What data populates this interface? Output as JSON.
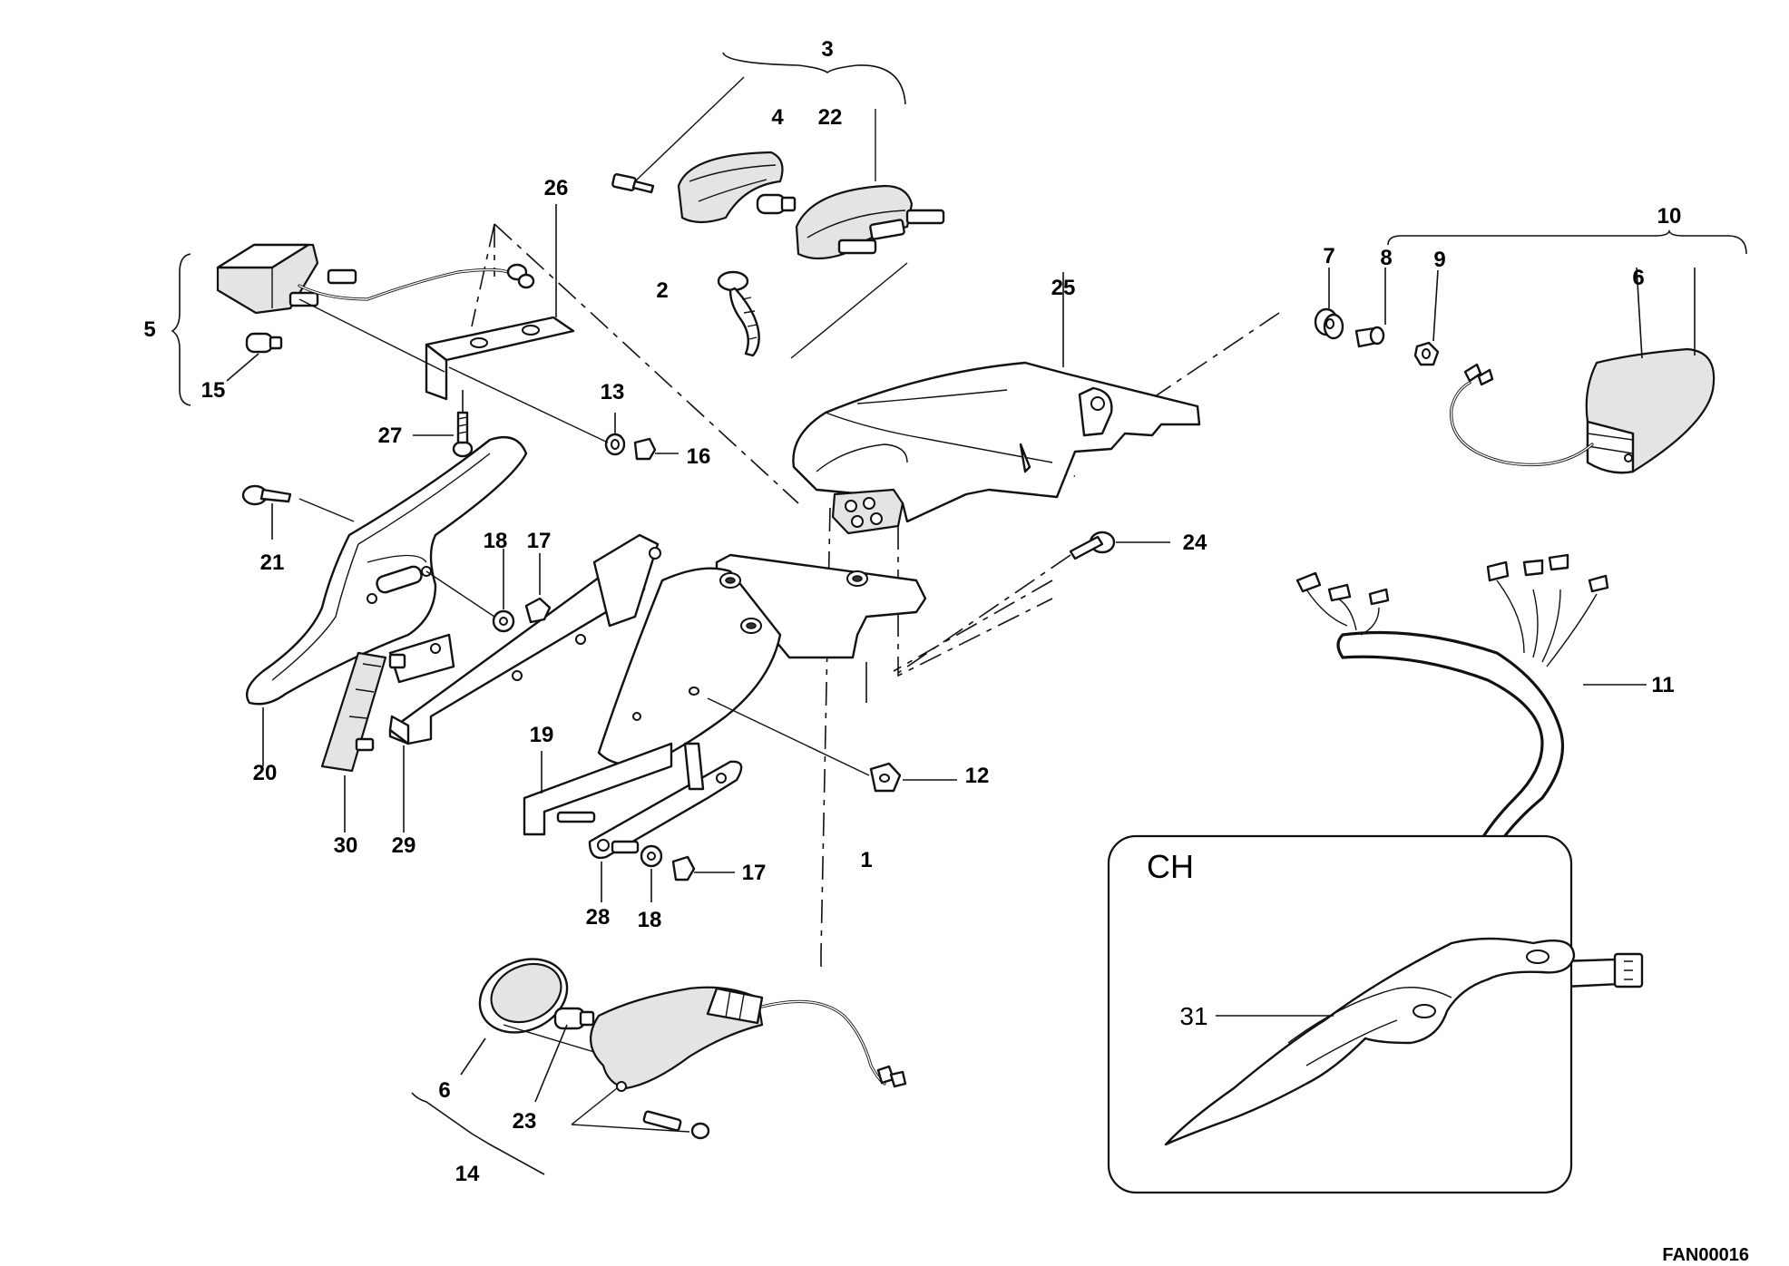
{
  "diagram": {
    "callouts": {
      "c1": "1",
      "c2": "2",
      "c3": "3",
      "c4": "4",
      "c5": "5",
      "c6a": "6",
      "c6b": "6",
      "c7": "7",
      "c8": "8",
      "c9": "9",
      "c10": "10",
      "c11": "11",
      "c12": "12",
      "c13": "13",
      "c14": "14",
      "c15": "15",
      "c16": "16",
      "c17a": "17",
      "c17b": "17",
      "c18a": "18",
      "c18b": "18",
      "c19": "19",
      "c20": "20",
      "c21": "21",
      "c22": "22",
      "c23": "23",
      "c24": "24",
      "c25": "25",
      "c26": "26",
      "c27": "27",
      "c28": "28",
      "c29": "29",
      "c30": "30"
    },
    "inset": {
      "label": "CH",
      "callout": "31"
    },
    "drawing_code": "FAN00016"
  }
}
